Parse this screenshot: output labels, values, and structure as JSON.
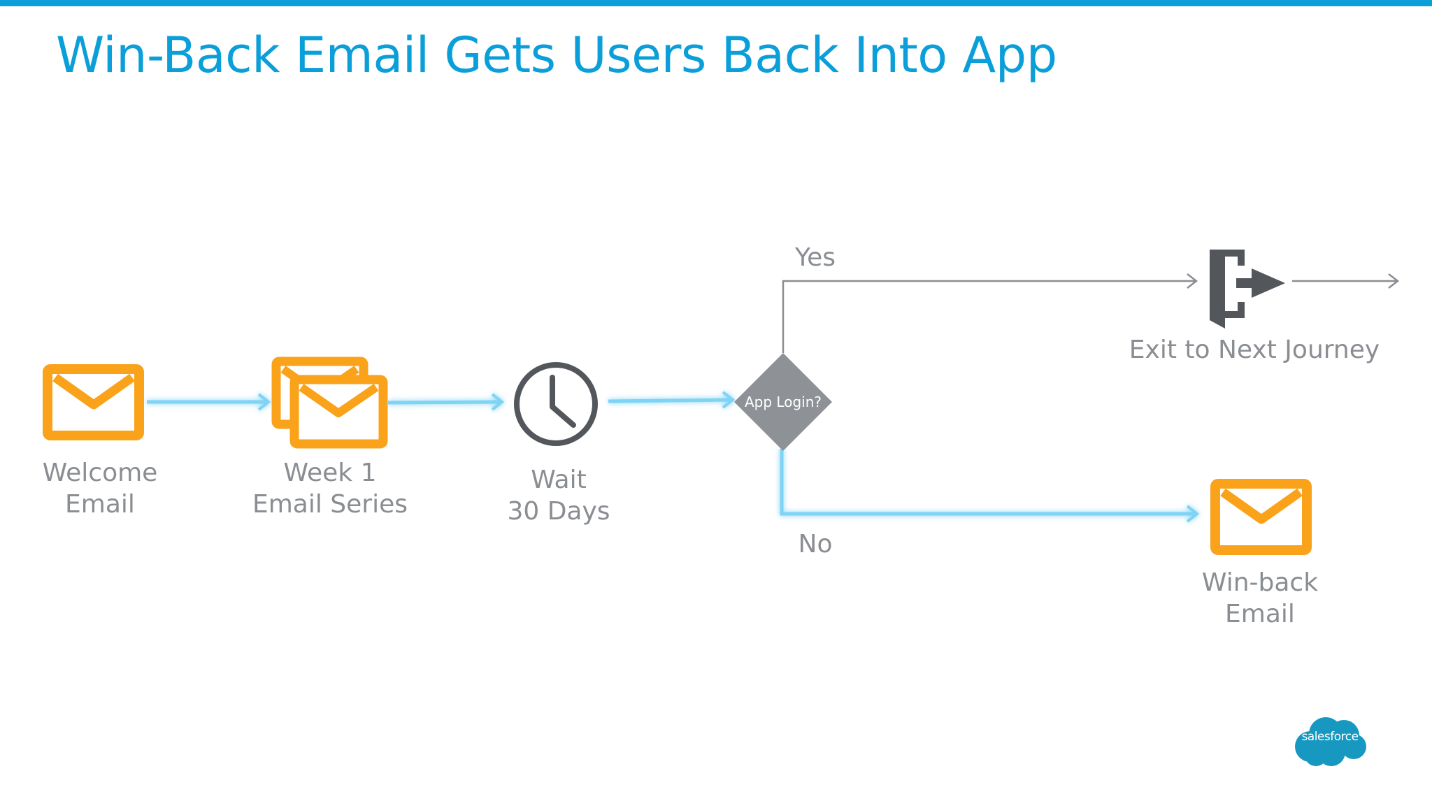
{
  "title": "Win-Back Email Gets Users Back Into App",
  "colors": {
    "accent_blue": "#0B9FD9",
    "email_orange": "#F9A21A",
    "gray_text": "#8A8D91",
    "dark_icon": "#53575C",
    "diamond_gray": "#8E9196",
    "glow_line": "#7FD3F5",
    "logo_blue": "#1798C1"
  },
  "nodes": {
    "welcome_email": {
      "label_line1": "Welcome",
      "label_line2": "Email",
      "icon": "envelope-icon"
    },
    "week1_series": {
      "label_line1": "Week 1",
      "label_line2": "Email Series",
      "icon": "stacked-envelopes-icon"
    },
    "wait": {
      "label_line1": "Wait",
      "label_line2": "30 Days",
      "icon": "clock-icon"
    },
    "decision": {
      "label": "App Login?"
    },
    "exit": {
      "label": "Exit to Next Journey",
      "icon": "exit-door-icon"
    },
    "winback_email": {
      "label_line1": "Win-back",
      "label_line2": "Email",
      "icon": "envelope-icon"
    }
  },
  "branches": {
    "yes": "Yes",
    "no": "No"
  },
  "logo": {
    "text": "salesforce",
    "icon": "salesforce-cloud-logo"
  }
}
